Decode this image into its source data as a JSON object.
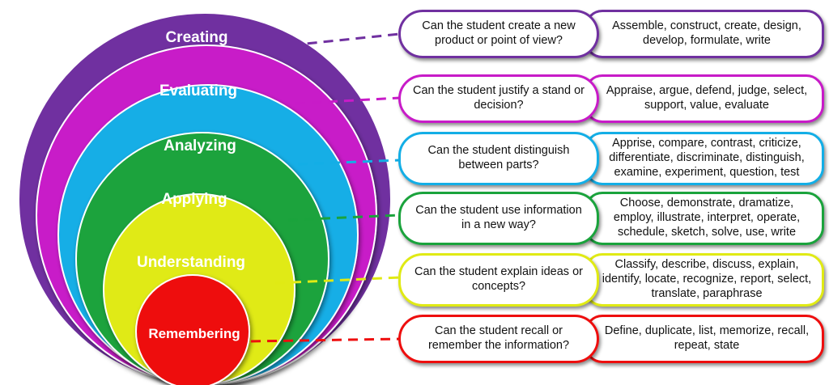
{
  "levels": [
    {
      "key": "creating",
      "label": "Creating",
      "color": "#7030a0",
      "question": "Can the student create a new product or point of view?",
      "verbs": "Assemble, construct, create, design, develop, formulate, write"
    },
    {
      "key": "evaluating",
      "label": "Evaluating",
      "color": "#c81bc8",
      "question": "Can the student justify a stand or decision?",
      "verbs": "Appraise, argue, defend, judge, select, support, value, evaluate"
    },
    {
      "key": "analyzing",
      "label": "Analyzing",
      "color": "#13aee6",
      "question": "Can the student distinguish between parts?",
      "verbs": "Apprise, compare, contrast, criticize, differentiate, discriminate, distinguish, examine, experiment, question, test"
    },
    {
      "key": "applying",
      "label": "Applying",
      "color": "#1aa33c",
      "question": "Can the student use information in a new way?",
      "verbs": "Choose, demonstrate, dramatize, employ, illustrate, interpret, operate, schedule, sketch, solve, use, write"
    },
    {
      "key": "understanding",
      "label": "Understanding",
      "color": "#e0ea14",
      "question": "Can the student explain ideas or concepts?",
      "verbs": "Classify, describe, discuss, explain, identify, locate, recognize, report, select, translate, paraphrase"
    },
    {
      "key": "remembering",
      "label": "Remembering",
      "color": "#ee0e0e",
      "question": "Can the student recall or remember the information?",
      "verbs": "Define, duplicate, list, memorize, recall, repeat, state"
    }
  ]
}
